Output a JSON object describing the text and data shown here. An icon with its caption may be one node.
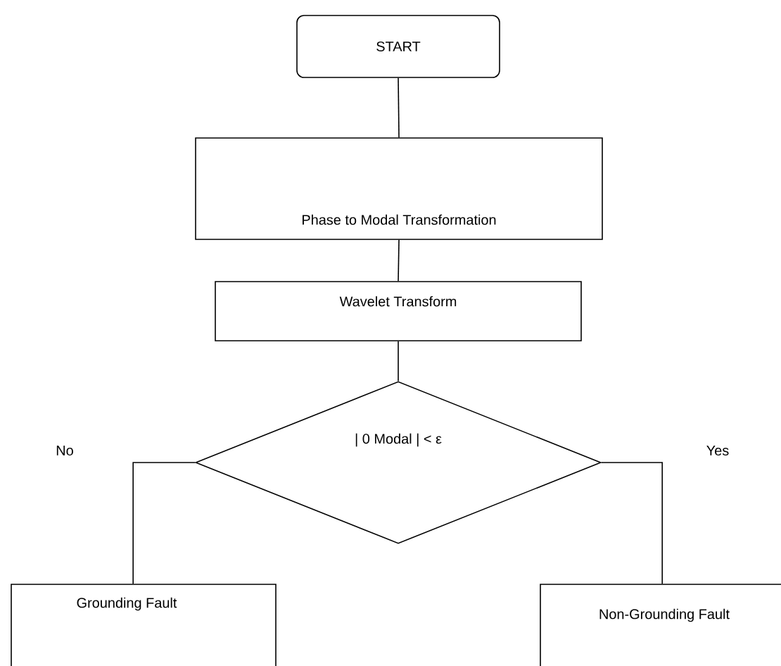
{
  "diagram": {
    "nodes": [
      {
        "text": [
          "START"
        ]
      },
      {
        "text": [
          "Phase to Modal Transformation"
        ]
      },
      {
        "text": [
          "Wavelet Transform"
        ]
      },
      {
        "text": [
          "| 0 Modal | < ε"
        ]
      },
      {
        "text": [
          "Grounding Fault"
        ]
      },
      {
        "text": [
          "Non-Grounding Fault"
        ]
      }
    ],
    "edges": [
      {
        "from": 0,
        "to": 1,
        "arrow": "none"
      },
      {
        "from": 1,
        "to": 2,
        "arrow": "none"
      },
      {
        "from": 2,
        "to": 3,
        "arrow": "none"
      },
      {
        "from": 3,
        "to": 4,
        "arrow": "none",
        "label": "No"
      },
      {
        "from": 3,
        "to": 5,
        "arrow": "none",
        "label": "Yes"
      }
    ]
  }
}
